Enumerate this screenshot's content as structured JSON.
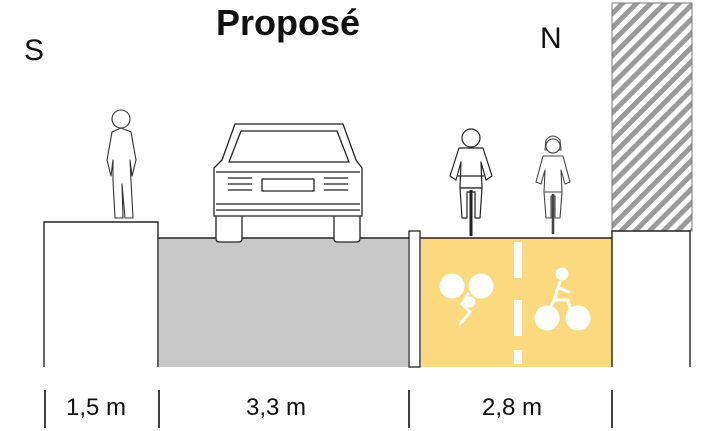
{
  "title": "Proposé",
  "directions": {
    "left": "S",
    "right": "N"
  },
  "dimensions": [
    {
      "label": "1,5 m"
    },
    {
      "label": "3,3 m"
    },
    {
      "label": "2,8 m"
    }
  ],
  "colors": {
    "road": "#c8c8c8",
    "bike_lane": "#fbd97e",
    "line": "#222222",
    "white": "#ffffff"
  },
  "icons": [
    "pedestrian-icon",
    "car-icon",
    "cyclist-icon",
    "bicycle-symbol-icon",
    "hatched-building-icon"
  ]
}
